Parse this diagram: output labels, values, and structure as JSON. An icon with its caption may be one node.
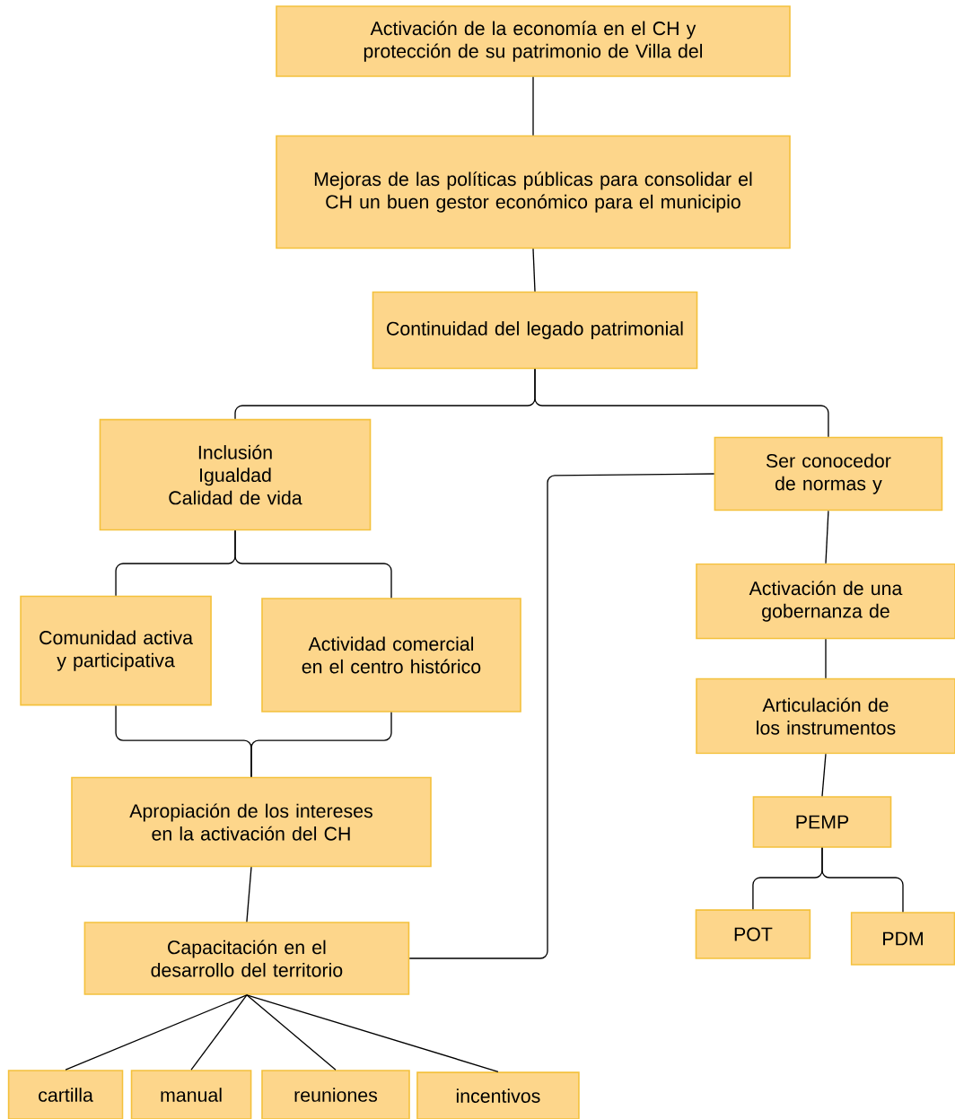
{
  "diagram": {
    "nodes": [
      {
        "text": [
          "Activación de la economía en el CH y protección de su patrimonio de Villa del"
        ]
      },
      {
        "text": [
          "Mejoras de las políticas públicas para consolidar el CH un buen gestor económico para el municipio"
        ]
      },
      {
        "text": [
          "Continuidad del legado patrimonial"
        ]
      },
      {
        "text": [
          "Inclusión",
          "Igualdad",
          "Calidad de vida"
        ]
      },
      {
        "text": [
          "Ser conocedor de normas y"
        ]
      },
      {
        "text": [
          "Comunidad activa y participativa"
        ]
      },
      {
        "text": [
          "Actividad comercial en el centro histórico"
        ]
      },
      {
        "text": [
          "Activación de una gobernanza de"
        ]
      },
      {
        "text": [
          "Articulación de los instrumentos"
        ]
      },
      {
        "text": [
          "Apropiación de los intereses en la activación del CH"
        ]
      },
      {
        "text": [
          "PEMP"
        ]
      },
      {
        "text": [
          "Capacitación en el desarrollo del territorio"
        ]
      },
      {
        "text": [
          "POT"
        ]
      },
      {
        "text": [
          "PDM"
        ]
      },
      {
        "text": [
          "cartilla"
        ]
      },
      {
        "text": [
          "manual"
        ]
      },
      {
        "text": [
          "reuniones"
        ]
      },
      {
        "text": [
          "incentivos"
        ]
      }
    ],
    "edges": [
      {
        "from": 0,
        "to": 1,
        "arrow": "none"
      },
      {
        "from": 1,
        "to": 2,
        "arrow": "none"
      },
      {
        "from": 2,
        "to": 3,
        "arrow": "none"
      },
      {
        "from": 2,
        "to": 4,
        "arrow": "none"
      },
      {
        "from": 3,
        "to": 5,
        "arrow": "none"
      },
      {
        "from": 3,
        "to": 6,
        "arrow": "none"
      },
      {
        "from": 5,
        "to": 9,
        "arrow": "none"
      },
      {
        "from": 6,
        "to": 9,
        "arrow": "none"
      },
      {
        "from": 9,
        "to": 11,
        "arrow": "none"
      },
      {
        "from": 11,
        "to": 4,
        "arrow": "none"
      },
      {
        "from": 4,
        "to": 7,
        "arrow": "none"
      },
      {
        "from": 7,
        "to": 8,
        "arrow": "none"
      },
      {
        "from": 8,
        "to": 10,
        "arrow": "none"
      },
      {
        "from": 10,
        "to": 12,
        "arrow": "none"
      },
      {
        "from": 10,
        "to": 13,
        "arrow": "none"
      },
      {
        "from": 11,
        "to": 14,
        "arrow": "none"
      },
      {
        "from": 11,
        "to": 15,
        "arrow": "none"
      },
      {
        "from": 11,
        "to": 16,
        "arrow": "none"
      },
      {
        "from": 11,
        "to": 17,
        "arrow": "none"
      }
    ]
  }
}
